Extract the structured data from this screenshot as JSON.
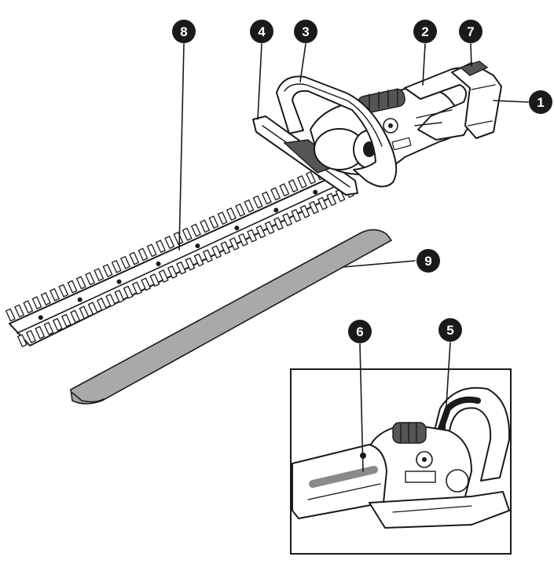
{
  "callouts": [
    {
      "id": "c1",
      "label": "1"
    },
    {
      "id": "c2",
      "label": "2"
    },
    {
      "id": "c3",
      "label": "3"
    },
    {
      "id": "c4",
      "label": "4"
    },
    {
      "id": "c5",
      "label": "5"
    },
    {
      "id": "c6",
      "label": "6"
    },
    {
      "id": "c7",
      "label": "7"
    },
    {
      "id": "c8",
      "label": "8"
    },
    {
      "id": "c9",
      "label": "9"
    }
  ],
  "colors": {
    "callout_fill": "#1a1a1a",
    "callout_text": "#ffffff",
    "line": "#1a1a1a",
    "sheath_fill": "#a9a9a9"
  }
}
